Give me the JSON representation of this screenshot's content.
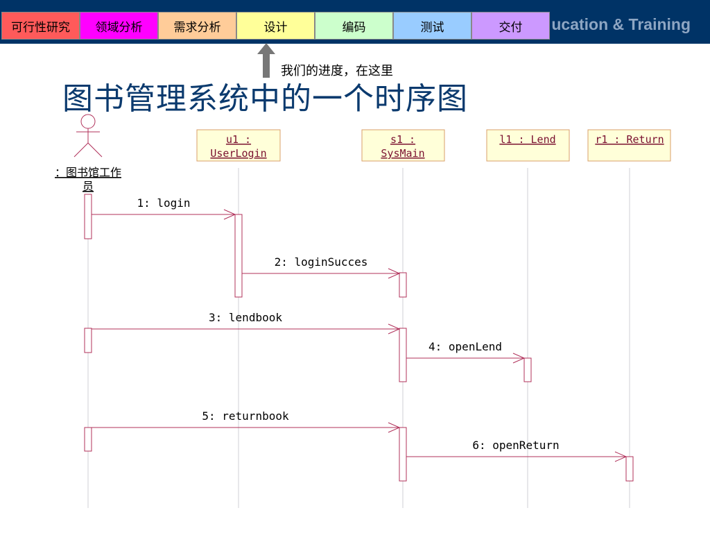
{
  "header": {
    "brand": "ucation & Training",
    "phases": [
      {
        "label": "可行性研究",
        "color": "#ff5a5a"
      },
      {
        "label": "领域分析",
        "color": "#ff00ff"
      },
      {
        "label": "需求分析",
        "color": "#ffcc99"
      },
      {
        "label": "设计",
        "color": "#ffff99"
      },
      {
        "label": "编码",
        "color": "#ccffcc"
      },
      {
        "label": "测试",
        "color": "#99ccff"
      },
      {
        "label": "交付",
        "color": "#cc99ff"
      }
    ],
    "current_phase": "设计"
  },
  "progress_note": "我们的进度，在这里",
  "title": "图书管理系统中的一个时序图",
  "diagram": {
    "actor": {
      "label_line1": "：图书馆工作",
      "label_line2": "员"
    },
    "objects": [
      {
        "line1": "u1 :",
        "line2": "UserLogin"
      },
      {
        "line1": "s1 :",
        "line2": "SysMain"
      },
      {
        "line1": "l1 : Lend",
        "line2": ""
      },
      {
        "line1": "r1 : Return",
        "line2": ""
      }
    ],
    "messages": [
      {
        "seq": 1,
        "label": "1: login",
        "from": "图书馆工作员",
        "to": "u1 : UserLogin"
      },
      {
        "seq": 2,
        "label": "2: loginSucces",
        "from": "u1 : UserLogin",
        "to": "s1 : SysMain"
      },
      {
        "seq": 3,
        "label": "3: lendbook",
        "from": "图书馆工作员",
        "to": "s1 : SysMain"
      },
      {
        "seq": 4,
        "label": "4: openLend",
        "from": "s1 : SysMain",
        "to": "l1 : Lend"
      },
      {
        "seq": 5,
        "label": "5: returnbook",
        "from": "图书馆工作员",
        "to": "s1 : SysMain"
      },
      {
        "seq": 6,
        "label": "6: openReturn",
        "from": "s1 : SysMain",
        "to": "r1 : Return"
      }
    ]
  }
}
